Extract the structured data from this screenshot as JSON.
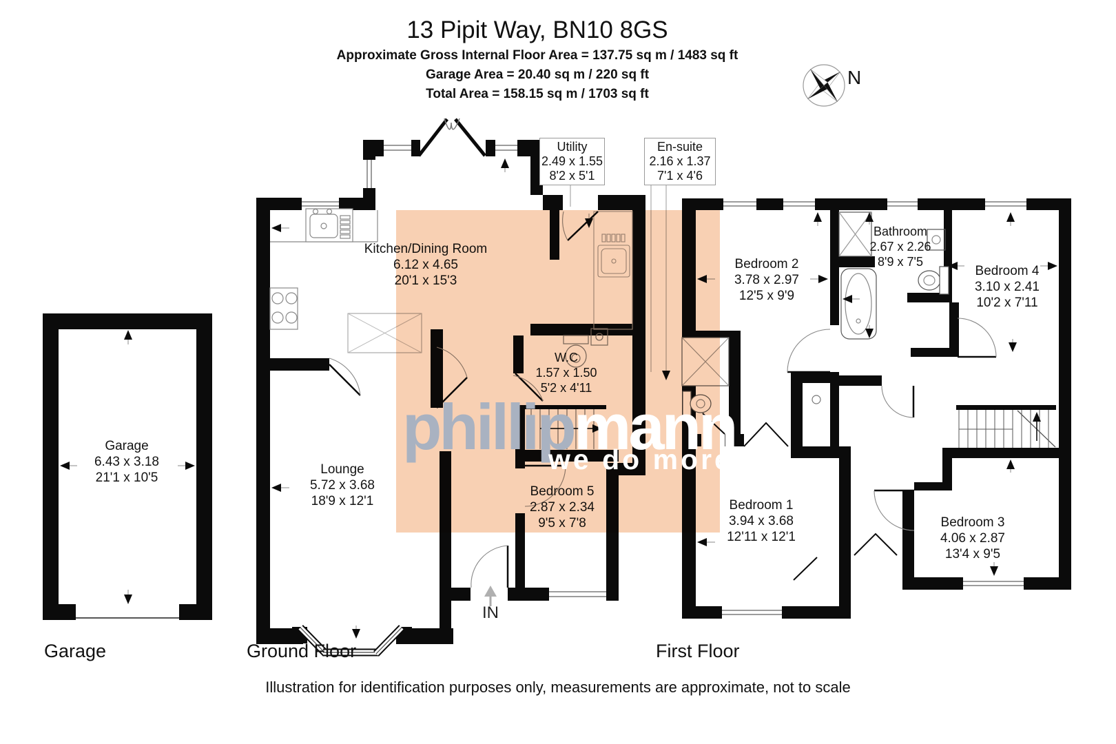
{
  "header": {
    "title": "13 Pipit Way, BN10 8GS",
    "area_line_1": "Approximate Gross Internal Floor Area = 137.75 sq m / 1483 sq ft",
    "area_line_2": "Garage Area = 20.40 sq m / 220 sq ft",
    "area_line_3": "Total Area = 158.15 sq m / 1703 sq ft"
  },
  "compass": {
    "north_label": "N"
  },
  "watermark": {
    "brand_gray": "phillip",
    "brand_white": "mann",
    "tagline": "we do more"
  },
  "rooms": {
    "garage": {
      "name": "Garage",
      "metric": "6.43 x 3.18",
      "imperial": "21'1 x 10'5"
    },
    "kitchen": {
      "name": "Kitchen/Dining Room",
      "metric": "6.12 x 4.65",
      "imperial": "20'1 x 15'3"
    },
    "utility": {
      "name": "Utility",
      "metric": "2.49 x 1.55",
      "imperial": "8'2 x 5'1"
    },
    "ensuite": {
      "name": "En-suite",
      "metric": "2.16 x 1.37",
      "imperial": "7'1 x 4'6"
    },
    "wc": {
      "name": "W.C",
      "metric": "1.57 x 1.50",
      "imperial": "5'2 x 4'11"
    },
    "lounge": {
      "name": "Lounge",
      "metric": "5.72 x 3.68",
      "imperial": "18'9 x 12'1"
    },
    "bedroom5": {
      "name": "Bedroom 5",
      "metric": "2.87 x 2.34",
      "imperial": "9'5 x 7'8"
    },
    "bedroom2": {
      "name": "Bedroom 2",
      "metric": "3.78 x 2.97",
      "imperial": "12'5 x 9'9"
    },
    "bathroom": {
      "name": "Bathroom",
      "metric": "2.67 x 2.26",
      "imperial": "8'9 x 7'5"
    },
    "bedroom4": {
      "name": "Bedroom 4",
      "metric": "3.10 x 2.41",
      "imperial": "10'2 x 7'11"
    },
    "bedroom1": {
      "name": "Bedroom 1",
      "metric": "3.94 x 3.68",
      "imperial": "12'11 x 12'1"
    },
    "bedroom3": {
      "name": "Bedroom 3",
      "metric": "4.06 x 2.87",
      "imperial": "13'4 x 9'5"
    }
  },
  "sections": {
    "garage": "Garage",
    "ground": "Ground Floor",
    "first": "First Floor"
  },
  "entrance": {
    "label": "IN"
  },
  "footer": {
    "disclaimer": "Illustration for identification purposes only, measurements are approximate, not to scale"
  },
  "colors": {
    "wall": "#0b0b0b",
    "overlay_peach": "#f8d0b3",
    "watermark_gray": "#a9b2c1",
    "watermark_white": "#ffffff"
  }
}
